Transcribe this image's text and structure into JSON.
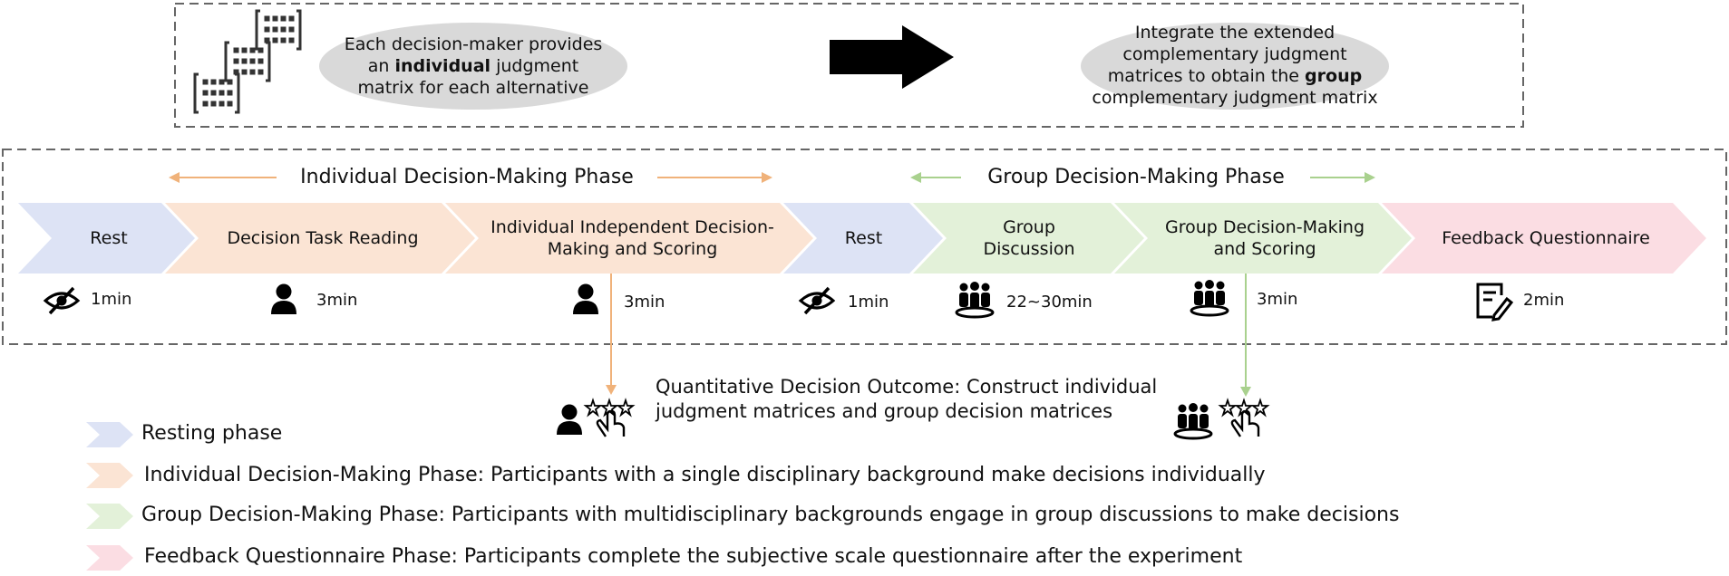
{
  "top": {
    "oval_left": {
      "before": "Each decision-maker provides an ",
      "bold": "individual",
      "after": " judgment matrix for each alternative"
    },
    "oval_right": {
      "before": "Integrate the extended complementary judgment matrices to obtain the ",
      "bold": "group",
      "after": " complementary judgment matrix"
    }
  },
  "phases": {
    "individual": "Individual Decision-Making Phase",
    "group": "Group Decision-Making Phase"
  },
  "steps": [
    {
      "label": "Rest",
      "duration": "1min",
      "icon": "eye-off-icon",
      "color": "#dde3f5"
    },
    {
      "label": "Decision Task Reading",
      "duration": "3min",
      "icon": "person-icon",
      "color": "#fbe4d4"
    },
    {
      "label": "Individual Independent Decision-Making and Scoring",
      "duration": "3min",
      "icon": "person-icon",
      "color": "#fbe4d4"
    },
    {
      "label": "Rest",
      "duration": "1min",
      "icon": "eye-off-icon",
      "color": "#dde3f5"
    },
    {
      "label": "Group Discussion",
      "duration": "22~30min",
      "icon": "group-icon",
      "color": "#e3f1d9"
    },
    {
      "label": "Group Decision-Making and Scoring",
      "duration": "3min",
      "icon": "group-icon",
      "color": "#e3f1d9"
    },
    {
      "label": "Feedback Questionnaire",
      "duration": "2min",
      "icon": "questionnaire-icon",
      "color": "#fbdde3"
    }
  ],
  "outcome": "Quantitative Decision Outcome: Construct individual judgment matrices and group decision matrices",
  "legend": [
    {
      "text": "Resting phase",
      "color": "#dde3f5"
    },
    {
      "text": "Individual Decision-Making Phase: Participants with a single disciplinary background make decisions individually",
      "color": "#fbe4d4"
    },
    {
      "text": "Group Decision-Making Phase: Participants with multidisciplinary backgrounds engage in group discussions to make decisions",
      "color": "#e3f1d9"
    },
    {
      "text": "Feedback Questionnaire Phase: Participants complete the subjective scale questionnaire after the experiment",
      "color": "#fbdde3"
    }
  ],
  "colors": {
    "individual_arrow": "#f0b27a",
    "group_arrow": "#a9d18e",
    "dash": "#666666",
    "oval": "#d9d9d9"
  }
}
